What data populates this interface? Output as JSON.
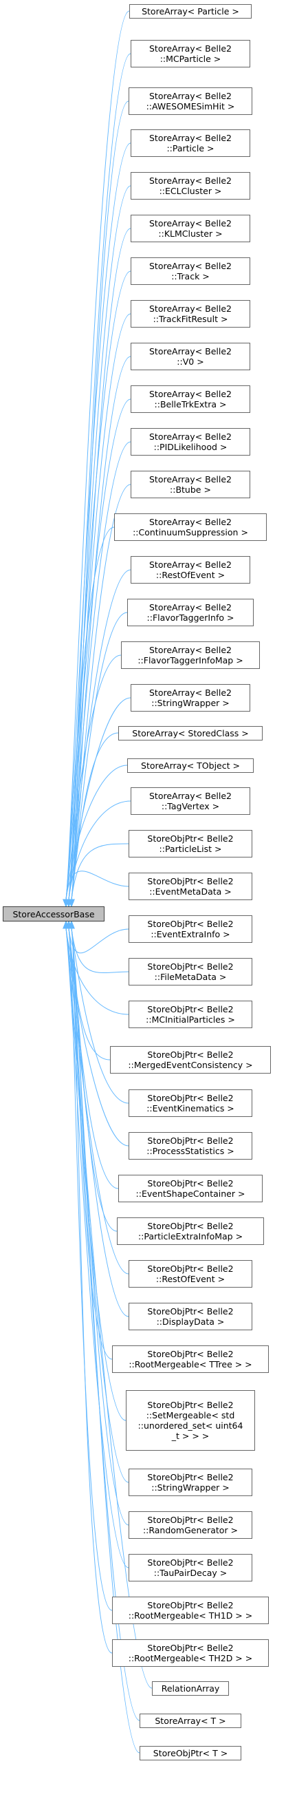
{
  "base_class": "StoreAccessorBase",
  "derived_classes": [
    "StoreArray< Particle >",
    "StoreArray< Belle2\n::MCParticle >",
    "StoreArray< Belle2\n::AWESOMESimHit >",
    "StoreArray< Belle2\n::Particle >",
    "StoreArray< Belle2\n::ECLCluster >",
    "StoreArray< Belle2\n::KLMCluster >",
    "StoreArray< Belle2\n::Track >",
    "StoreArray< Belle2\n::TrackFitResult >",
    "StoreArray< Belle2\n::V0 >",
    "StoreArray< Belle2\n::BelleTrkExtra >",
    "StoreArray< Belle2\n::PIDLikelihood >",
    "StoreArray< Belle2\n::Btube >",
    "StoreArray< Belle2\n::ContinuumSuppression >",
    "StoreArray< Belle2\n::RestOfEvent >",
    "StoreArray< Belle2\n::FlavorTaggerInfo >",
    "StoreArray< Belle2\n::FlavorTaggerInfoMap >",
    "StoreArray< Belle2\n::StringWrapper >",
    "StoreArray< StoredClass >",
    "StoreArray< TObject >",
    "StoreArray< Belle2\n::TagVertex >",
    "StoreObjPtr< Belle2\n::ParticleList >",
    "StoreObjPtr< Belle2\n::EventMetaData >",
    "StoreObjPtr< Belle2\n::EventExtraInfo >",
    "StoreObjPtr< Belle2\n::FileMetaData >",
    "StoreObjPtr< Belle2\n::MCInitialParticles >",
    "StoreObjPtr< Belle2\n::MergedEventConsistency >",
    "StoreObjPtr< Belle2\n::EventKinematics >",
    "StoreObjPtr< Belle2\n::ProcessStatistics >",
    "StoreObjPtr< Belle2\n::EventShapeContainer >",
    "StoreObjPtr< Belle2\n::ParticleExtraInfoMap >",
    "StoreObjPtr< Belle2\n::RestOfEvent >",
    "StoreObjPtr< Belle2\n::DisplayData >",
    "StoreObjPtr< Belle2\n::RootMergeable< TTree > >",
    "StoreObjPtr< Belle2\n::SetMergeable< std\n::unordered_set< uint64\n_t > > >",
    "StoreObjPtr< Belle2\n::StringWrapper >",
    "StoreObjPtr< Belle2\n::RandomGenerator >",
    "StoreObjPtr< Belle2\n::TauPairDecay >",
    "StoreObjPtr< Belle2\n::RootMergeable< TH1D > >",
    "StoreObjPtr< Belle2\n::RootMergeable< TH2D > >",
    "RelationArray",
    "StoreArray< T >",
    "StoreObjPtr< T >"
  ],
  "colors": {
    "edge": "#63b8ff",
    "node_border": "#666666",
    "base_fill": "#bfbfbf",
    "base_border": "#404040"
  }
}
